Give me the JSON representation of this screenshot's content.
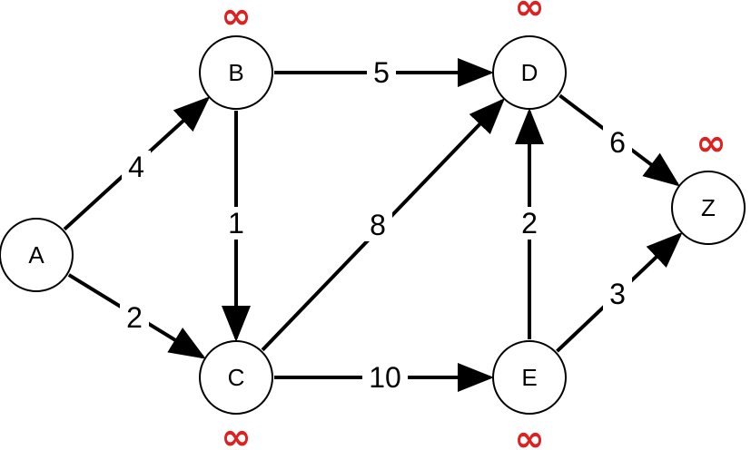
{
  "graph": {
    "nodes": [
      {
        "id": "A",
        "label": "A",
        "distance": ""
      },
      {
        "id": "B",
        "label": "B",
        "distance": "∞"
      },
      {
        "id": "C",
        "label": "C",
        "distance": "∞"
      },
      {
        "id": "D",
        "label": "D",
        "distance": "∞"
      },
      {
        "id": "E",
        "label": "E",
        "distance": "∞"
      },
      {
        "id": "Z",
        "label": "Z",
        "distance": "∞"
      }
    ],
    "edges": [
      {
        "from": "A",
        "to": "B",
        "weight": "4"
      },
      {
        "from": "A",
        "to": "C",
        "weight": "2"
      },
      {
        "from": "B",
        "to": "C",
        "weight": "1"
      },
      {
        "from": "B",
        "to": "D",
        "weight": "5"
      },
      {
        "from": "C",
        "to": "D",
        "weight": "8"
      },
      {
        "from": "C",
        "to": "E",
        "weight": "10"
      },
      {
        "from": "E",
        "to": "D",
        "weight": "2"
      },
      {
        "from": "D",
        "to": "Z",
        "weight": "6"
      },
      {
        "from": "E",
        "to": "Z",
        "weight": "3"
      }
    ]
  },
  "colors": {
    "distance": "#e02020",
    "stroke": "#000000",
    "node_fill": "#ffffff"
  }
}
